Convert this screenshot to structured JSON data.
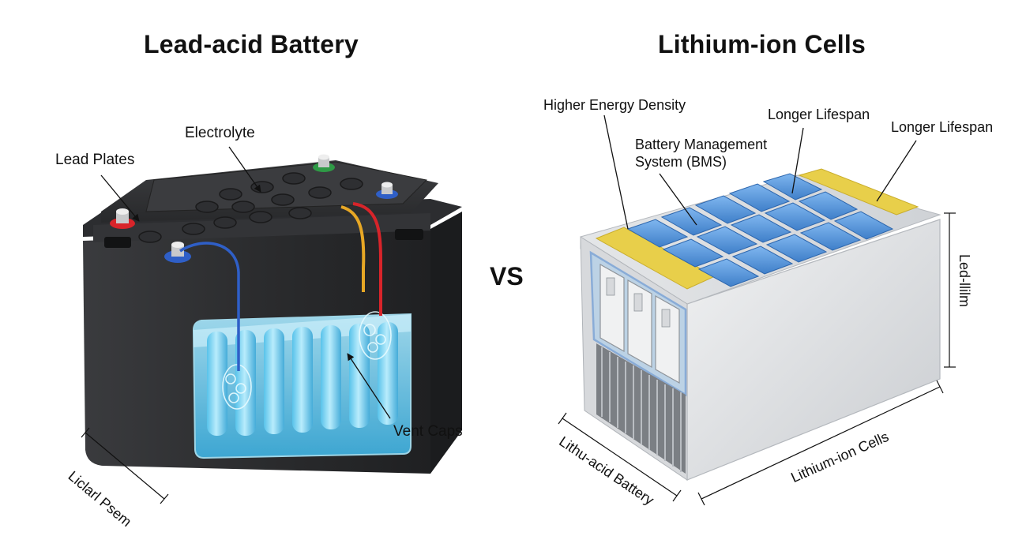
{
  "left": {
    "title": "Lead-acid Battery",
    "labels": {
      "electrolyte": "Electrolyte",
      "lead_plates": "Lead Plates",
      "vent_caps": "Vent Caps",
      "dimension": "Liclarl Psem"
    }
  },
  "separator": "VS",
  "right": {
    "title": "Lithium-ion Cells",
    "labels": {
      "energy_density": "Higher Energy Density",
      "bms_line1": "Battery Management",
      "bms_line2": "System (BMS)",
      "lifespan_1": "Longer Lifespan",
      "lifespan_2": "Longer Lifespan",
      "height_dim": "Led-llilm",
      "front_dim": "Lithu-acid Battery",
      "side_dim": "Lithium-ion Cells"
    }
  },
  "colors": {
    "case_dark": "#2a2b2d",
    "electrolyte_blue": "#5cc4ea",
    "terminal_red": "#d8242a",
    "terminal_blue": "#2f5fc7",
    "terminal_green": "#2f9a46",
    "cell_blue": "#4c8fd6",
    "insulation_yellow": "#e8cf4a",
    "housing_silver": "#dfe1e4"
  }
}
